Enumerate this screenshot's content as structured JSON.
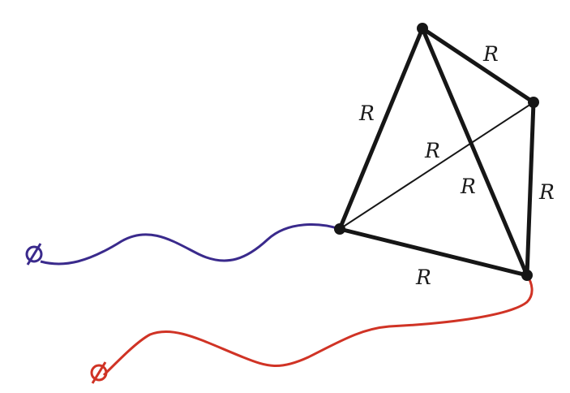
{
  "colors": {
    "graph": "#161616",
    "purple_line": "#3a2a8c",
    "red_line": "#d03325"
  },
  "edge_labels": {
    "ab": "R",
    "ac": "R",
    "cb": "R",
    "ad": "R",
    "bd": "R",
    "cd": "R"
  },
  "endpoint_symbols": {
    "purple": "Ø",
    "red": "Ø"
  }
}
